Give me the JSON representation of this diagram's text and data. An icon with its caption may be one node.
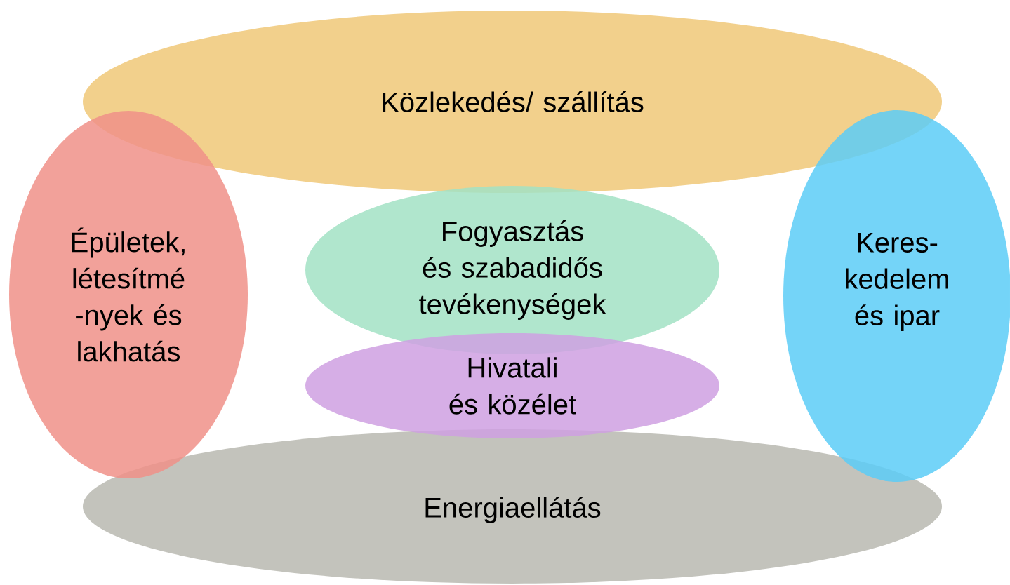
{
  "diagram": {
    "nodes": [
      {
        "text": [
          "Közlekedés/ szállítás"
        ]
      },
      {
        "text": [
          "Épületek, létesítmé -nyek és lakhatás"
        ]
      },
      {
        "text": [
          "Keres- kedelem és ipar"
        ]
      },
      {
        "text": [
          "Fogyasztás és szabadidős tevékenységek"
        ]
      },
      {
        "text": [
          "Hivatali és közélet"
        ]
      },
      {
        "text": [
          "Energiaellátás"
        ]
      }
    ]
  }
}
